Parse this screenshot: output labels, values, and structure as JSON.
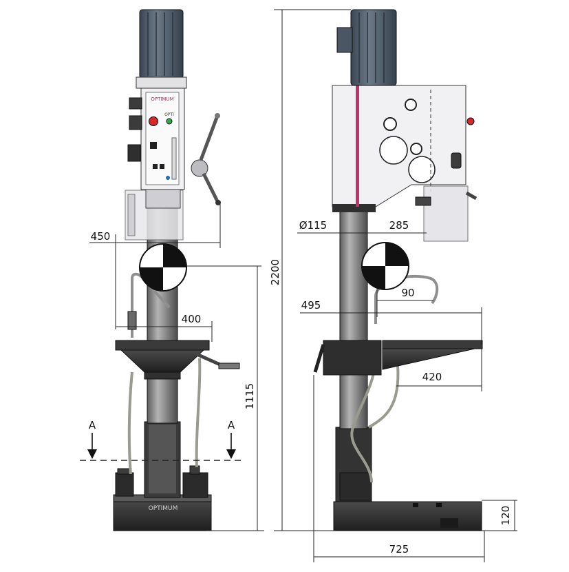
{
  "brand": {
    "logo": "OPTIMUM",
    "model": "OPTI"
  },
  "section": {
    "left": "A",
    "right": "A"
  },
  "dimensions": {
    "head_width": "450",
    "table_reach": "400",
    "column_dia": "Ø115",
    "spindle_column": "285",
    "table_depth": "495",
    "spindle_travel": "90",
    "table_arm": "420",
    "total_height": "2200",
    "table_height": "1115",
    "base_height": "120",
    "base_length": "725"
  },
  "colors": {
    "motor": "#4f5d6a",
    "casting": "#2d2d2d",
    "head": "#f1f1f3",
    "accent": "#c0306a",
    "column": "#8a8a8a",
    "stop": "#d42a2a",
    "start": "#2fa84f"
  }
}
